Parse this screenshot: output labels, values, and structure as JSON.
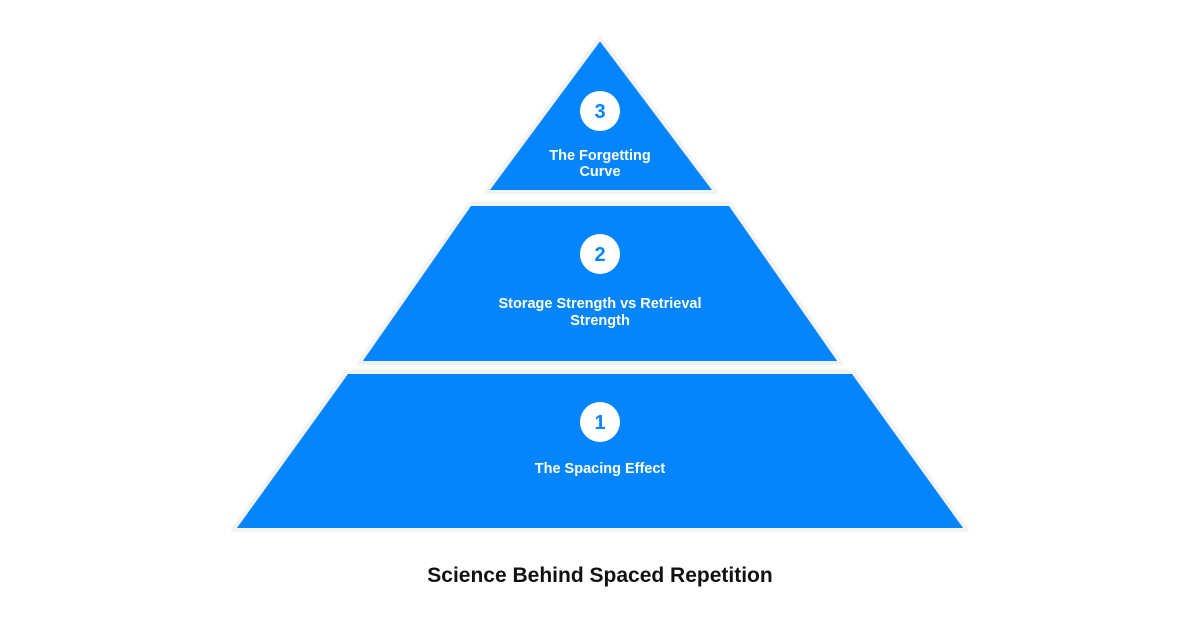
{
  "diagram": {
    "type": "pyramid",
    "caption": "Science Behind Spaced Repetition",
    "tiers": [
      {
        "number": "3",
        "label_lines": [
          "The Forgetting",
          "Curve"
        ]
      },
      {
        "number": "2",
        "label_lines": [
          "Storage Strength vs Retrieval",
          "Strength"
        ]
      },
      {
        "number": "1",
        "label_lines": [
          "The Spacing Effect"
        ]
      }
    ],
    "colors": {
      "tier_fill": "#0485fc",
      "badge_fill": "#ffffff",
      "badge_text": "#0485fc",
      "label_text": "#ffffff",
      "caption_text": "#111111"
    }
  }
}
